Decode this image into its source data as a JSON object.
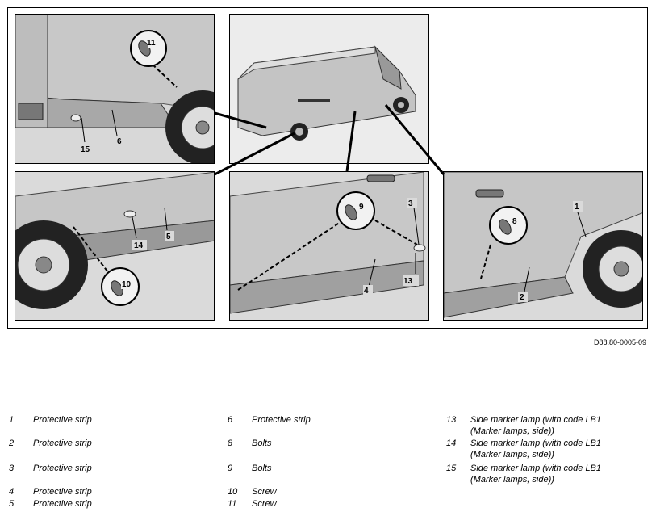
{
  "figure_id": "D88.80-0005-09",
  "callouts": {
    "p1": [
      "11",
      "15",
      "6"
    ],
    "p3": [
      "14",
      "5",
      "10"
    ],
    "p4": [
      "9",
      "3",
      "13",
      "4"
    ],
    "p5": [
      "8",
      "1",
      "2"
    ]
  },
  "legend": [
    {
      "num": "1",
      "desc": "Protective strip"
    },
    {
      "num": "2",
      "desc": "Protective strip"
    },
    {
      "num": "3",
      "desc": "Protective strip"
    },
    {
      "num": "4",
      "desc": "Protective strip"
    },
    {
      "num": "5",
      "desc": "Protective strip"
    },
    {
      "num": "6",
      "desc": "Protective strip"
    },
    {
      "num": "8",
      "desc": "Bolts"
    },
    {
      "num": "9",
      "desc": "Bolts"
    },
    {
      "num": "10",
      "desc": "Screw"
    },
    {
      "num": "11",
      "desc": "Screw"
    },
    {
      "num": "13",
      "desc": "Side marker lamp (with code LB1",
      "desc2": "(Marker lamps, side))"
    },
    {
      "num": "14",
      "desc": "Side marker lamp (with code LB1",
      "desc2": "(Marker lamps, side))"
    },
    {
      "num": "15",
      "desc": "Side marker lamp (with code LB1",
      "desc2": "(Marker lamps, side))"
    }
  ]
}
